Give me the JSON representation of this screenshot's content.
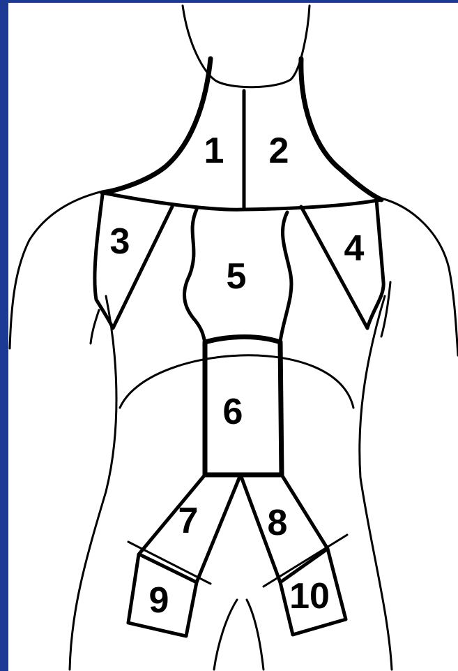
{
  "diagram": {
    "zones": [
      {
        "id": "1",
        "label": "1"
      },
      {
        "id": "2",
        "label": "2"
      },
      {
        "id": "3",
        "label": "3"
      },
      {
        "id": "4",
        "label": "4"
      },
      {
        "id": "5",
        "label": "5"
      },
      {
        "id": "6",
        "label": "6"
      },
      {
        "id": "7",
        "label": "7"
      },
      {
        "id": "8",
        "label": "8"
      },
      {
        "id": "9",
        "label": "9"
      },
      {
        "id": "10",
        "label": "10"
      }
    ],
    "colors": {
      "frame": "#1c3a94",
      "background": "#ffffff",
      "ink": "#000000"
    }
  }
}
